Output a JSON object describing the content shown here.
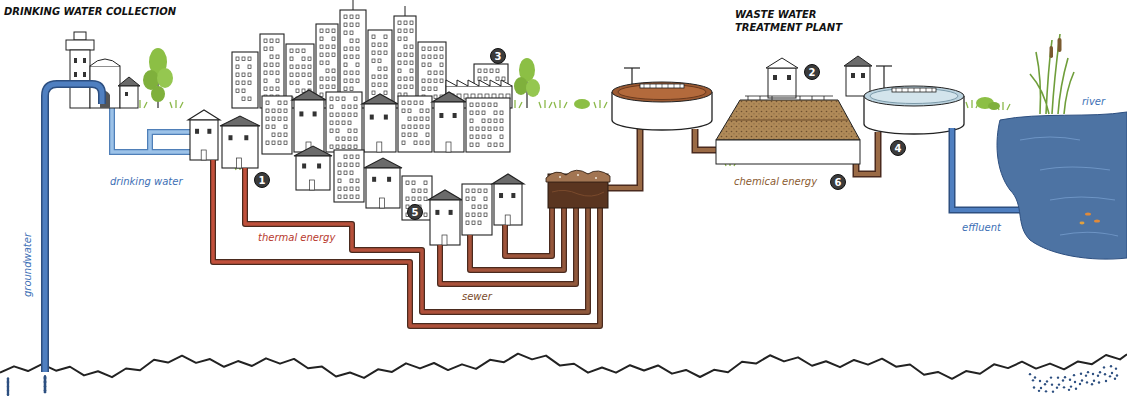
{
  "diagram": {
    "labels": [
      "DRINKING WATER COLLECTION",
      "drinking water",
      "groundwater",
      "thermal energy",
      "sewer",
      "WASTE WATER TREATMENT PLANT",
      "chemical energy",
      "river",
      "effluent",
      "1",
      "2",
      "3",
      "4",
      "5",
      "6"
    ]
  }
}
